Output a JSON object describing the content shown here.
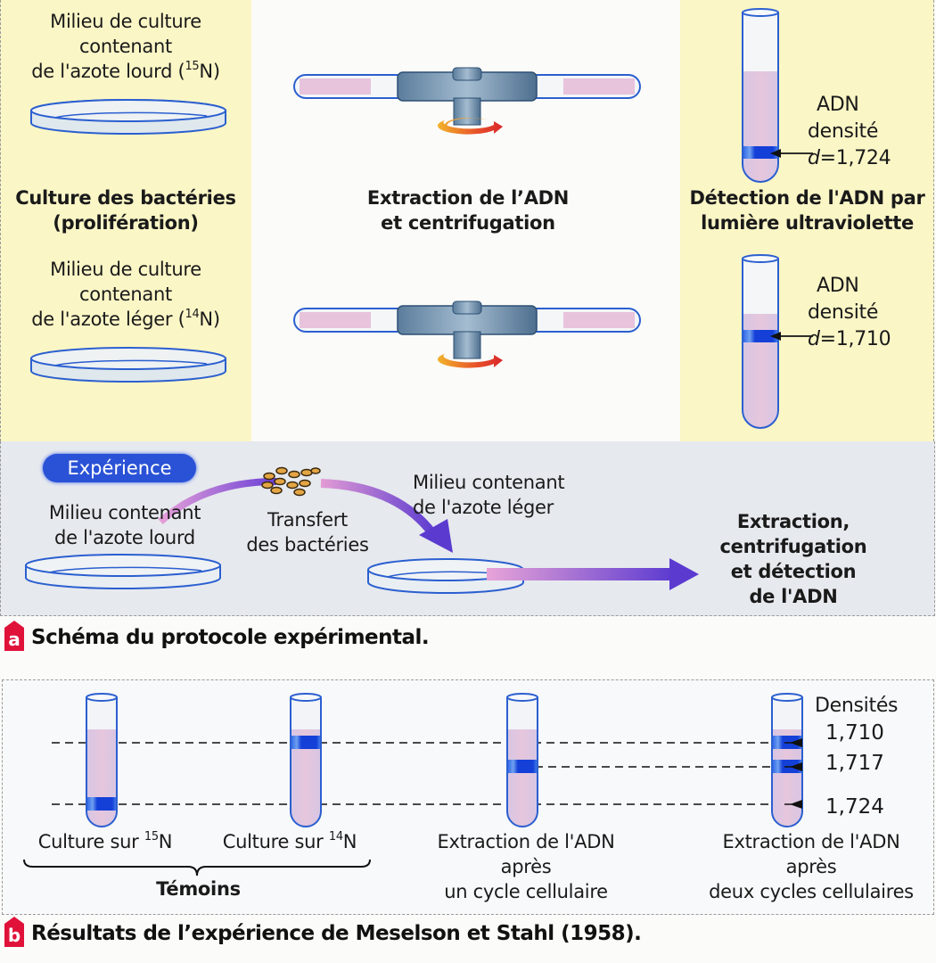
{
  "section_a": {
    "tag": "a",
    "caption": "Schéma du protocole expérimental.",
    "heavy_medium": {
      "line1": "Milieu de culture",
      "line2": "contenant",
      "line3_prefix": "de l'azote lourd (",
      "isotope_mass": "15",
      "isotope_symbol": "N)"
    },
    "culture_title": {
      "line1": "Culture des bactéries",
      "line2": "(prolifération)"
    },
    "light_medium": {
      "line1": "Milieu de culture",
      "line2": "contenant",
      "line3_prefix": "de l'azote léger (",
      "isotope_mass": "14",
      "isotope_symbol": "N)"
    },
    "centrifugation_title": {
      "line1": "Extraction de l’ADN",
      "line2": "et centrifugation"
    },
    "detection_title": {
      "line1": "Détection de l'ADN par",
      "line2": "lumière ultraviolette"
    },
    "tube_heavy": {
      "line1": "ADN",
      "line2": "densité",
      "d_label": "d",
      "value": "=1,724"
    },
    "tube_light": {
      "line1": "ADN",
      "line2": "densité",
      "d_label": "d",
      "value": "=1,710"
    },
    "experiment": {
      "badge": "Expérience",
      "source": {
        "line1": "Milieu contenant",
        "line2": "de l'azote lourd"
      },
      "transfer": {
        "line1": "Transfert",
        "line2": "des bactéries"
      },
      "target": {
        "line1": "Milieu contenant",
        "line2": "de l'azote léger"
      },
      "final": {
        "line1": "Extraction,",
        "line2": "centrifugation",
        "line3": "et détection",
        "line4": "de l'ADN"
      }
    }
  },
  "section_b": {
    "tag": "b",
    "caption": "Résultats de l’expérience de Meselson et Stahl (1958).",
    "densities_title": "Densités",
    "density_levels": [
      "1,710",
      "1,717",
      "1,724"
    ],
    "tubes": [
      {
        "label_prefix": "Culture sur ",
        "isotope_mass": "15",
        "isotope_symbol": "N",
        "bands": [
          "1,724"
        ]
      },
      {
        "label_prefix": "Culture sur ",
        "isotope_mass": "14",
        "isotope_symbol": "N",
        "bands": [
          "1,710"
        ]
      },
      {
        "line1": "Extraction de l'ADN",
        "line2": "après",
        "line3": "un cycle cellulaire",
        "bands": [
          "1,717"
        ]
      },
      {
        "line1": "Extraction de l'ADN",
        "line2": "après",
        "line3": "deux cycles cellulaires",
        "bands": [
          "1,710",
          "1,717"
        ]
      }
    ],
    "controls_label": "Témoins"
  }
}
